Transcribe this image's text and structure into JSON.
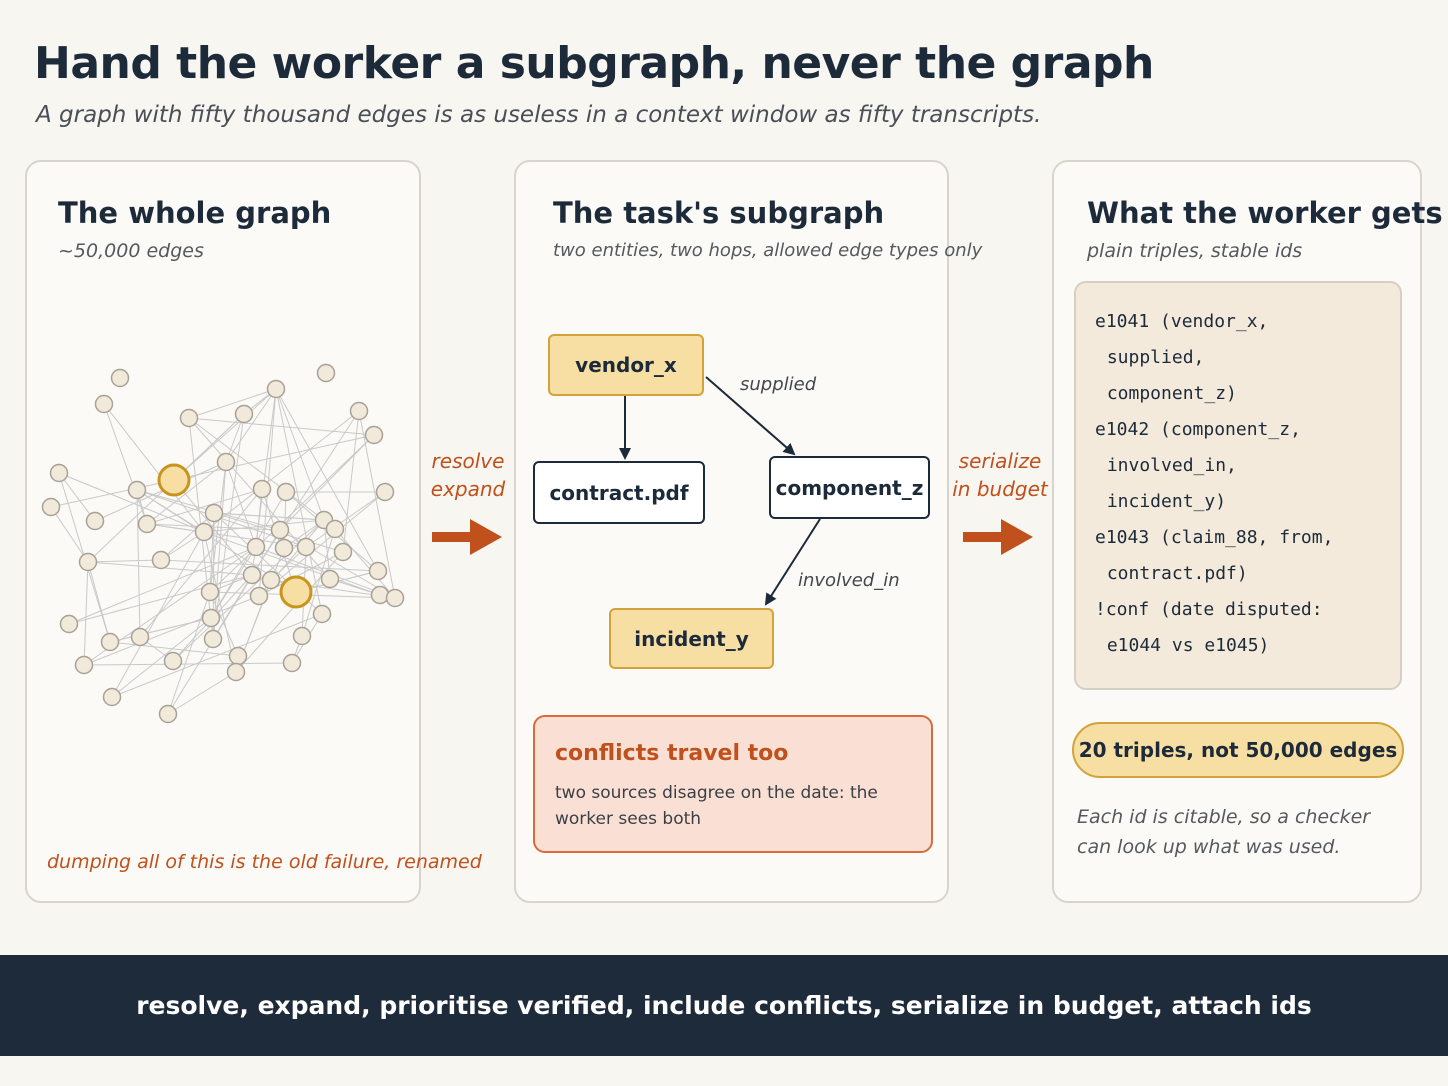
{
  "header": {
    "title": "Hand the worker a subgraph, never the graph",
    "subtitle": "A graph with fifty thousand edges is as useless in a context window as fifty transcripts."
  },
  "panel_whole": {
    "title": "The whole graph",
    "subtitle": "~50,000 edges",
    "note": "dumping all of this is the old failure, renamed"
  },
  "flow1": {
    "line1": "resolve",
    "line2": "expand"
  },
  "panel_subgraph": {
    "title": "The task's subgraph",
    "subtitle": "two entities, two hops, allowed edge types only",
    "nodes": {
      "vendor": "vendor_x",
      "contract": "contract.pdf",
      "component": "component_z",
      "incident": "incident_y"
    },
    "edges": {
      "supplied": "supplied",
      "involved_in": "involved_in"
    },
    "conflict": {
      "title": "conflicts travel too",
      "body": "two sources disagree on the date: the worker sees both"
    }
  },
  "flow2": {
    "line1": "serialize",
    "line2": "in budget"
  },
  "panel_worker": {
    "title": "What the worker gets",
    "subtitle": "plain triples, stable ids",
    "triples": [
      "e1041 (vendor_x,",
      " supplied,",
      " component_z)",
      "e1042 (component_z,",
      " involved_in,",
      " incident_y)",
      "e1043 (claim_88, from,",
      " contract.pdf)",
      "!conf (date disputed:",
      " e1044 vs e1045)"
    ],
    "pill": "20 triples, not 50,000 edges",
    "note": "Each id is citable, so a checker can look up what was used."
  },
  "footer": {
    "text": "resolve, expand, prioritise verified, include conflicts, serialize in budget, attach ids"
  },
  "colors": {
    "accent": "#c0501c",
    "highlight_fill": "#f7dfa3",
    "highlight_stroke": "#d4a23a",
    "dark": "#1c2a3a"
  }
}
